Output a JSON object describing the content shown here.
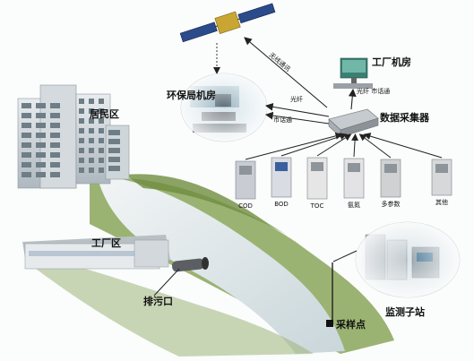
{
  "locations": {
    "residential": "居民区",
    "factory_area": "工厂区",
    "outlet": "排污口",
    "sampling_point": "采样点",
    "env_bureau": "环保局机房",
    "factory_room": "工厂机房",
    "collector": "数据采集器",
    "substation": "监测子站"
  },
  "links": {
    "wireless": "无线通讯",
    "fiber_bureau": "光纤",
    "phone_bureau": "市话通",
    "factory_link": "光纤 市话通"
  },
  "instruments": [
    {
      "label": "COD",
      "color": "#c9ccd3"
    },
    {
      "label": "BOD",
      "color": "#d9dce2"
    },
    {
      "label": "TOC",
      "color": "#e6e6e6"
    },
    {
      "label": "氨氮",
      "color": "#e3e3e6"
    },
    {
      "label": "多参数",
      "color": "#cfd1d2"
    },
    {
      "label": "其他",
      "color": "#d6d8da"
    }
  ],
  "colors": {
    "arrow": "#222222",
    "river": "#dfe7ea",
    "grass": "#7d9a4a",
    "sky": "#eef3f6"
  }
}
